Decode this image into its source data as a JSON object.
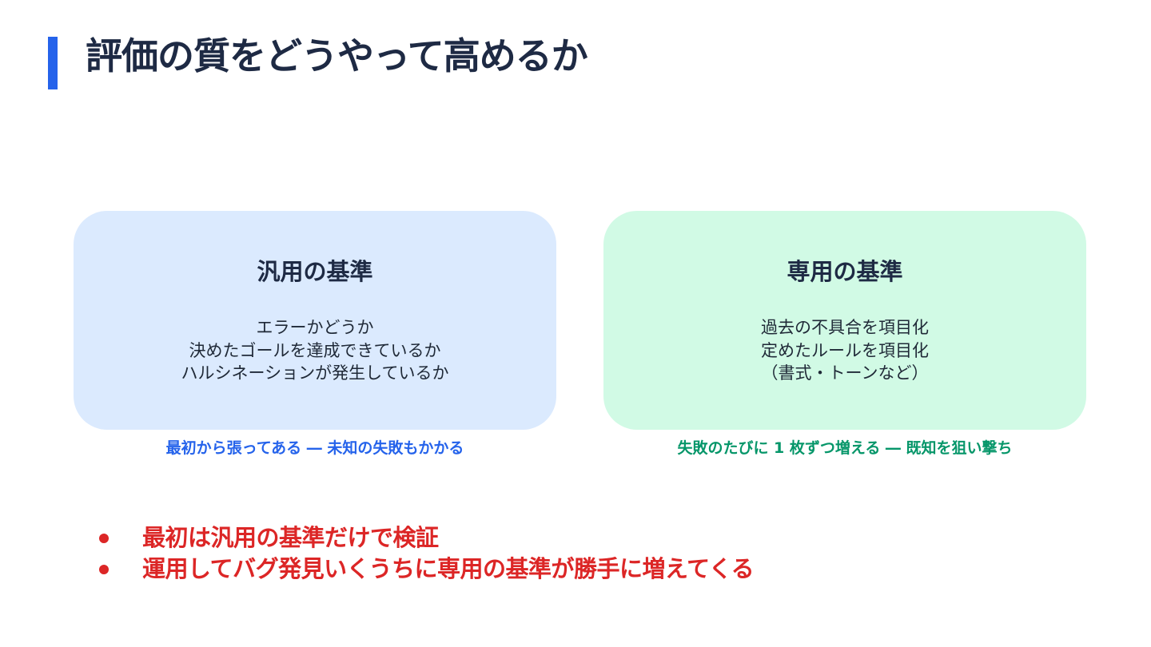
{
  "title": "評価の質をどうやって高めるか",
  "colors": {
    "accent_bar": "#2563eb",
    "title_text": "#1e2a44",
    "general_card_bg": "#dbeafe",
    "specific_card_bg": "#d1fae5",
    "general_caption": "#2563eb",
    "specific_caption": "#059669",
    "bullet_text": "#dc2626"
  },
  "cards": {
    "general": {
      "heading": "汎用の基準",
      "lines": [
        "エラーかどうか",
        "決めたゴールを達成できているか",
        "ハルシネーションが発生しているか"
      ],
      "caption": "最初から張ってある ― 未知の失敗もかかる"
    },
    "specific": {
      "heading": "専用の基準",
      "lines": [
        "過去の不具合を項目化",
        "定めたルールを項目化",
        "（書式・トーンなど）"
      ],
      "caption": "失敗のたびに 1 枚ずつ増える ― 既知を狙い撃ち"
    }
  },
  "bullets": [
    "最初は汎用の基準だけで検証",
    "運用してバグ発見いくうちに専用の基準が勝手に増えてくる"
  ]
}
